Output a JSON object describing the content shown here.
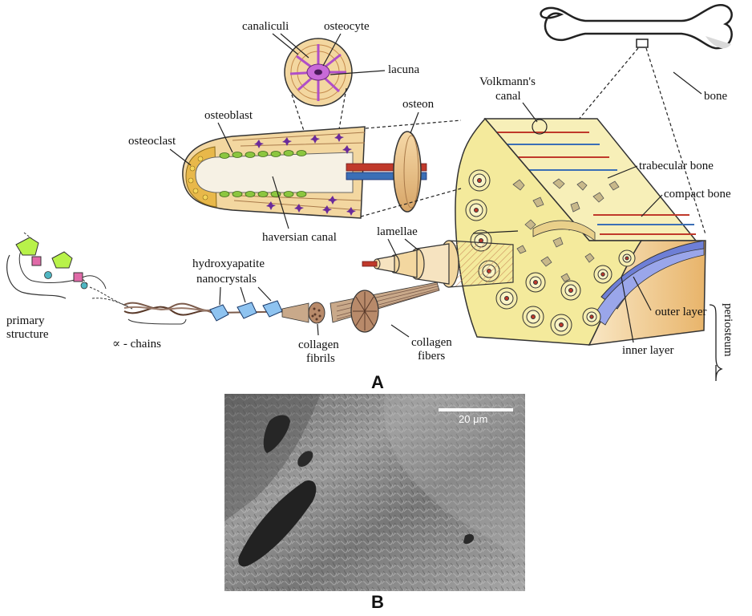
{
  "labels": {
    "canaliculi": "canaliculi",
    "osteocyte": "osteocyte",
    "lacuna": "lacuna",
    "bone": "bone",
    "volkmann_1": "Volkmann's",
    "volkmann_2": "canal",
    "osteoblast": "osteoblast",
    "osteon": "osteon",
    "osteoclast": "osteoclast",
    "trabecular": "trabecular bone",
    "compact": "compact bone",
    "haversian": "haversian canal",
    "lamellae": "lamellae",
    "hydroxy_1": "hydroxyapatite",
    "hydroxy_2": "nanocrystals",
    "primary_1": "primary",
    "primary_2": "structure",
    "alpha_chains": "∝ - chains",
    "fibrils_1": "collagen",
    "fibrils_2": "fibrils",
    "fibers_1": "collagen",
    "fibers_2": "fibers",
    "outer_layer": "outer layer",
    "inner_layer": "inner layer",
    "periosteum": "periosteum"
  },
  "panels": {
    "a": "A",
    "b": "B"
  },
  "scale_bar": "20 μm",
  "colors": {
    "bone_tan": "#f3d7a0",
    "marrow_yellow": "#f6f0a8",
    "vessel_red": "#c0392b",
    "vessel_blue": "#3b6fb6",
    "osteoblast_green": "#8cc63f",
    "osteocyte_purple": "#b04fc8",
    "periosteum_blue": "#6e7fd6"
  }
}
